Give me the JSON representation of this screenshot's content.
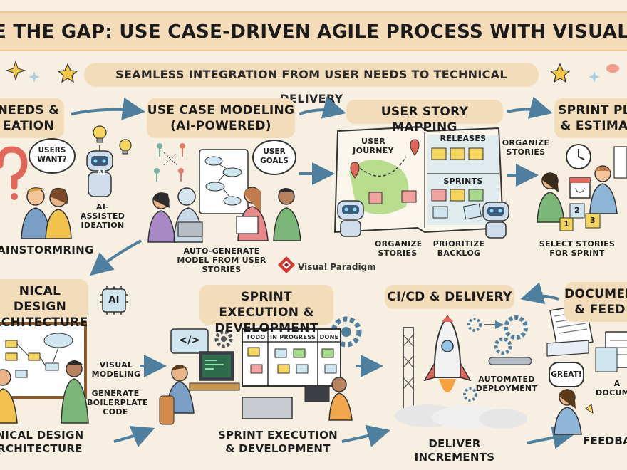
{
  "title": "ISE THE GAP: USE CASE-DRIVEN AGILE PROCESS WITH VISUAL PARADIGM",
  "subtitle": "SEAMLESS INTEGRATION FROM USER NEEDS TO TECHNICAL DELIVERY",
  "brand": "Visual Paradigm",
  "stages": {
    "needs": {
      "title": "NEEDS & EATION",
      "bubble": "USERS WANT?",
      "label_ai": "AI-ASSISTED IDEATION",
      "label_bottom": "AINSTORMRING",
      "ai": "AI"
    },
    "usecase": {
      "title": "USE CASE MODELING (AI-POWERED)",
      "bubble": "USER GOALS",
      "label_bottom": "AUTO-GENERATE MODEL FROM USER STORIES"
    },
    "storymap": {
      "title": "USER STORY MAPPING",
      "journey": "USER JOURNEY",
      "releases": "RELEASES",
      "sprints": "SPRINTS",
      "organize_right": "ORGANIZE STORIES",
      "organize_bottom": "ORGANIZE STORIES",
      "prioritize": "PRIORITIZE BACKLOG"
    },
    "sprintplan": {
      "title": "SPRINT PL & ESTIMA",
      "label_bottom": "SELECT STORIES FOR SPRINT",
      "blocks": [
        "2",
        "1",
        "3"
      ]
    },
    "techdesign": {
      "title_top": "NICAL DESIGN RCHITECTURE",
      "title_bottom": "NICAL DESIGN RCHITECTURE",
      "ai": "AI",
      "visual": "VISUAL MODELING",
      "generate": "GENERATE BOILERPLATE CODE"
    },
    "execution": {
      "title_top": "SPRINT EXECUTION & DEVELOPMENT",
      "title_bottom": "SPRINT EXECUTION & DEVELOPMENT",
      "board_cols": [
        "TODO",
        "IN PROGRESS",
        "DONE"
      ],
      "code": "</>"
    },
    "cicd": {
      "title": "CI/CD & DELIVERY",
      "auto": "AUTOMATED DEPLOYMENT",
      "deliver": "DELIVER INCREMENTS"
    },
    "docs": {
      "title": "DOCUMEN & FEED",
      "bubble": "GREAT!",
      "label_doc": "A DOCUMEN",
      "label_bottom": "FEEDBAC"
    }
  },
  "colors": {
    "background": "#f6efe2",
    "banner": "#f5dcb8",
    "pill": "#f3dcb9",
    "arrow": "#4f7f9f",
    "sticky_yellow": "#f6d55c",
    "sticky_pink": "#f2a3a0",
    "sticky_green": "#a7d88d",
    "robot": "#9fb9d3",
    "map_green": "#b9dd8f",
    "map_blue": "#cfe5ef"
  }
}
